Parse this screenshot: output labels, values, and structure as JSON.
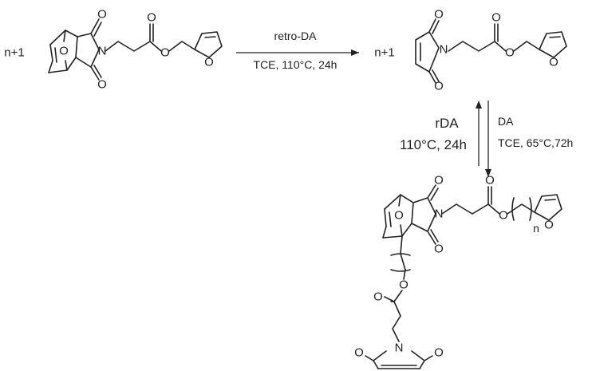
{
  "reactant": {
    "coefficient": "n+1",
    "atoms": {
      "o_bridge": "O",
      "o_carbonyl_top": "O",
      "o_carbonyl_bottom": "O",
      "n_imide": "N",
      "o_ester_carbonyl": "O",
      "o_ester": "O",
      "o_furan": "O"
    }
  },
  "forward_arrow": {
    "above": "retro-DA",
    "below": "TCE, 110°C, 24h"
  },
  "monomer": {
    "coefficient": "n+1",
    "atoms": {
      "o_carbonyl_top": "O",
      "o_carbonyl_bottom": "O",
      "n_imide": "N",
      "o_ester_carbonyl": "O",
      "o_ester": "O",
      "o_furan": "O"
    }
  },
  "equilibrium": {
    "left_line1": "rDA",
    "left_line2": "110°C, 24h",
    "right_line1": "DA",
    "right_line2": "TCE, 65°C,72h"
  },
  "polymer": {
    "repeat_subscript": "n",
    "atoms": {
      "o_bridge": "O",
      "o_carbonyl_top": "O",
      "o_carbonyl_bottom": "O",
      "n_imide": "N",
      "o_ester_carbonyl": "O",
      "o_ester": "O",
      "o_furan": "O",
      "o_side_ester": "O",
      "o_side_carbonyl": "O",
      "n_end": "N",
      "o_end_left": "O",
      "o_end_right": "O"
    }
  }
}
